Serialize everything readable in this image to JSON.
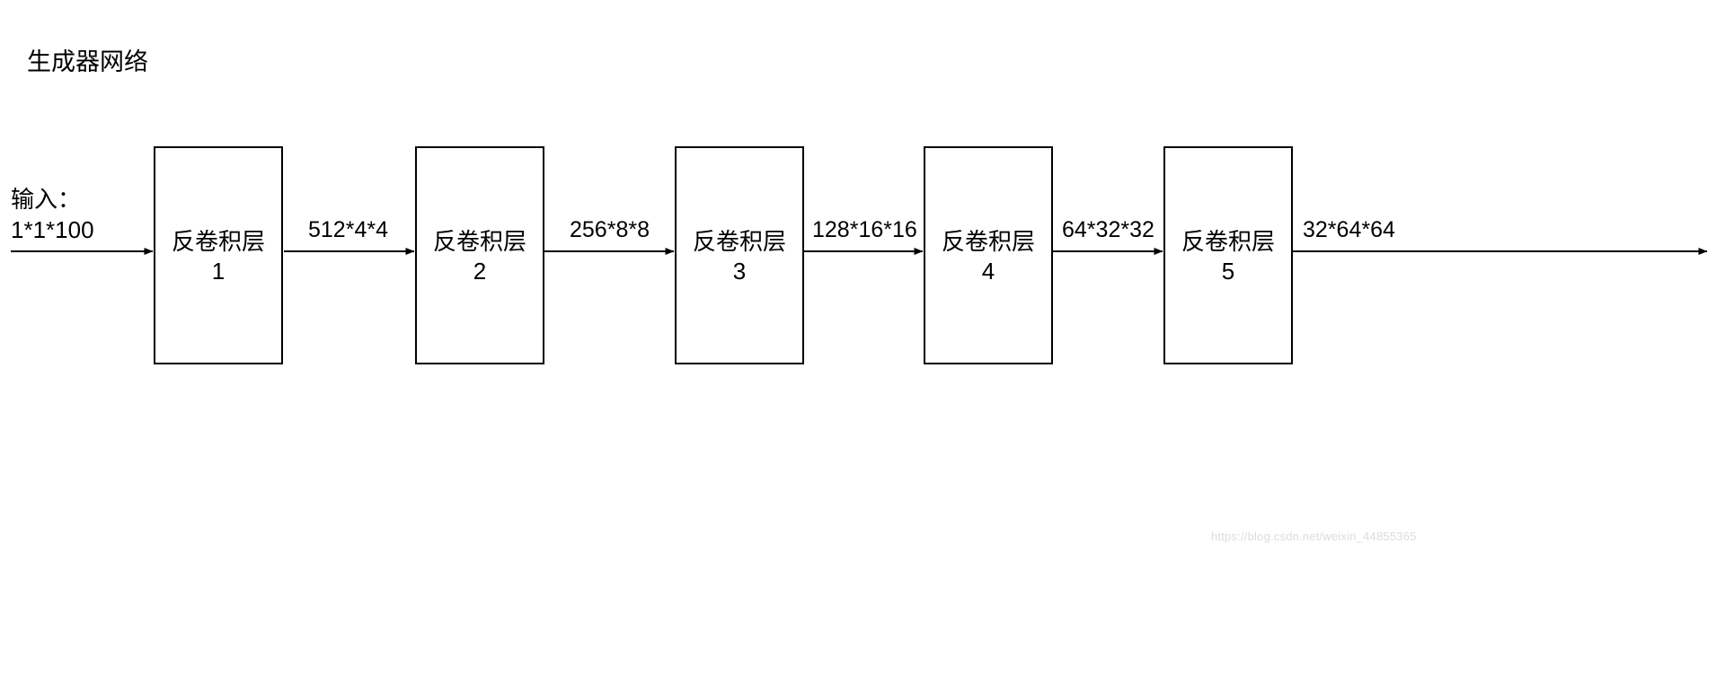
{
  "diagram": {
    "title": "生成器网络",
    "input": {
      "label": "输入：",
      "shape": "1*1*100"
    },
    "layers": [
      {
        "name": "反卷积层",
        "index": "1"
      },
      {
        "name": "反卷积层",
        "index": "2"
      },
      {
        "name": "反卷积层",
        "index": "3"
      },
      {
        "name": "反卷积层",
        "index": "4"
      },
      {
        "name": "反卷积层",
        "index": "5"
      }
    ],
    "edge_labels": [
      "512*4*4",
      "256*8*8",
      "128*16*16",
      "64*32*32",
      "32*64*64"
    ],
    "colors": {
      "stroke": "#000000",
      "background": "#ffffff",
      "watermark": "#dcdcdc"
    }
  },
  "watermark": "https://blog.csdn.net/weixin_44855365"
}
